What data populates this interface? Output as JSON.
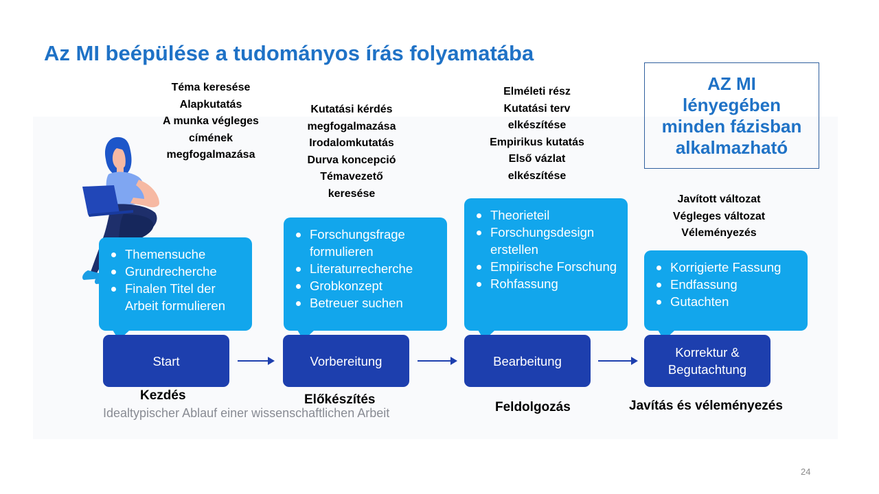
{
  "title": "Az MI beépülése a tudományos írás folyamatába",
  "ai_box": {
    "lines": [
      "AZ MI",
      "lényegében",
      "minden fázisban",
      "alkalmazható"
    ]
  },
  "phases": [
    {
      "hu_tasks": [
        "Téma keresése",
        "Alapkutatás",
        "A munka végleges",
        "címének",
        "megfogalmazása"
      ],
      "de_items": [
        "Themensuche",
        "Grundrecherche",
        "Finalen Titel der Arbeit formulieren"
      ],
      "stage": "Start",
      "stage_hu": "Kezdés"
    },
    {
      "hu_tasks": [
        "Kutatási kérdés",
        "megfogalmazása",
        "Irodalomkutatás",
        "Durva koncepció",
        "Témavezető",
        "keresése"
      ],
      "de_items": [
        "Forschungsfrage formulieren",
        "Literaturrecherche",
        "Grobkonzept",
        "Betreuer suchen"
      ],
      "stage": "Vorbereitung",
      "stage_hu": "Előkészítés"
    },
    {
      "hu_tasks": [
        "Elméleti rész",
        "Kutatási terv",
        "elkészítése",
        "Empirikus kutatás",
        "Első vázlat",
        "elkészítése"
      ],
      "de_items": [
        "Theorieteil",
        "Forschungsdesign erstellen",
        "Empirische Forschung",
        "Rohfassung"
      ],
      "stage": "Bearbeitung",
      "stage_hu": "Feldolgozás"
    },
    {
      "hu_tasks": [
        "Javított változat",
        "Végleges változat",
        "Véleményezés"
      ],
      "de_items": [
        "Korrigierte Fassung",
        "Endfassung",
        "Gutachten"
      ],
      "stage": "Korrektur & Begutachtung",
      "stage_hu": "Javítás és véleményezés"
    }
  ],
  "caption": "Idealtypischer Ablauf einer wissenschaftlichen Arbeit",
  "page_number": "24",
  "colors": {
    "title": "#1f72c6",
    "bubble": "#12a6ec",
    "stage": "#1d3fae",
    "caption": "#888b93"
  }
}
